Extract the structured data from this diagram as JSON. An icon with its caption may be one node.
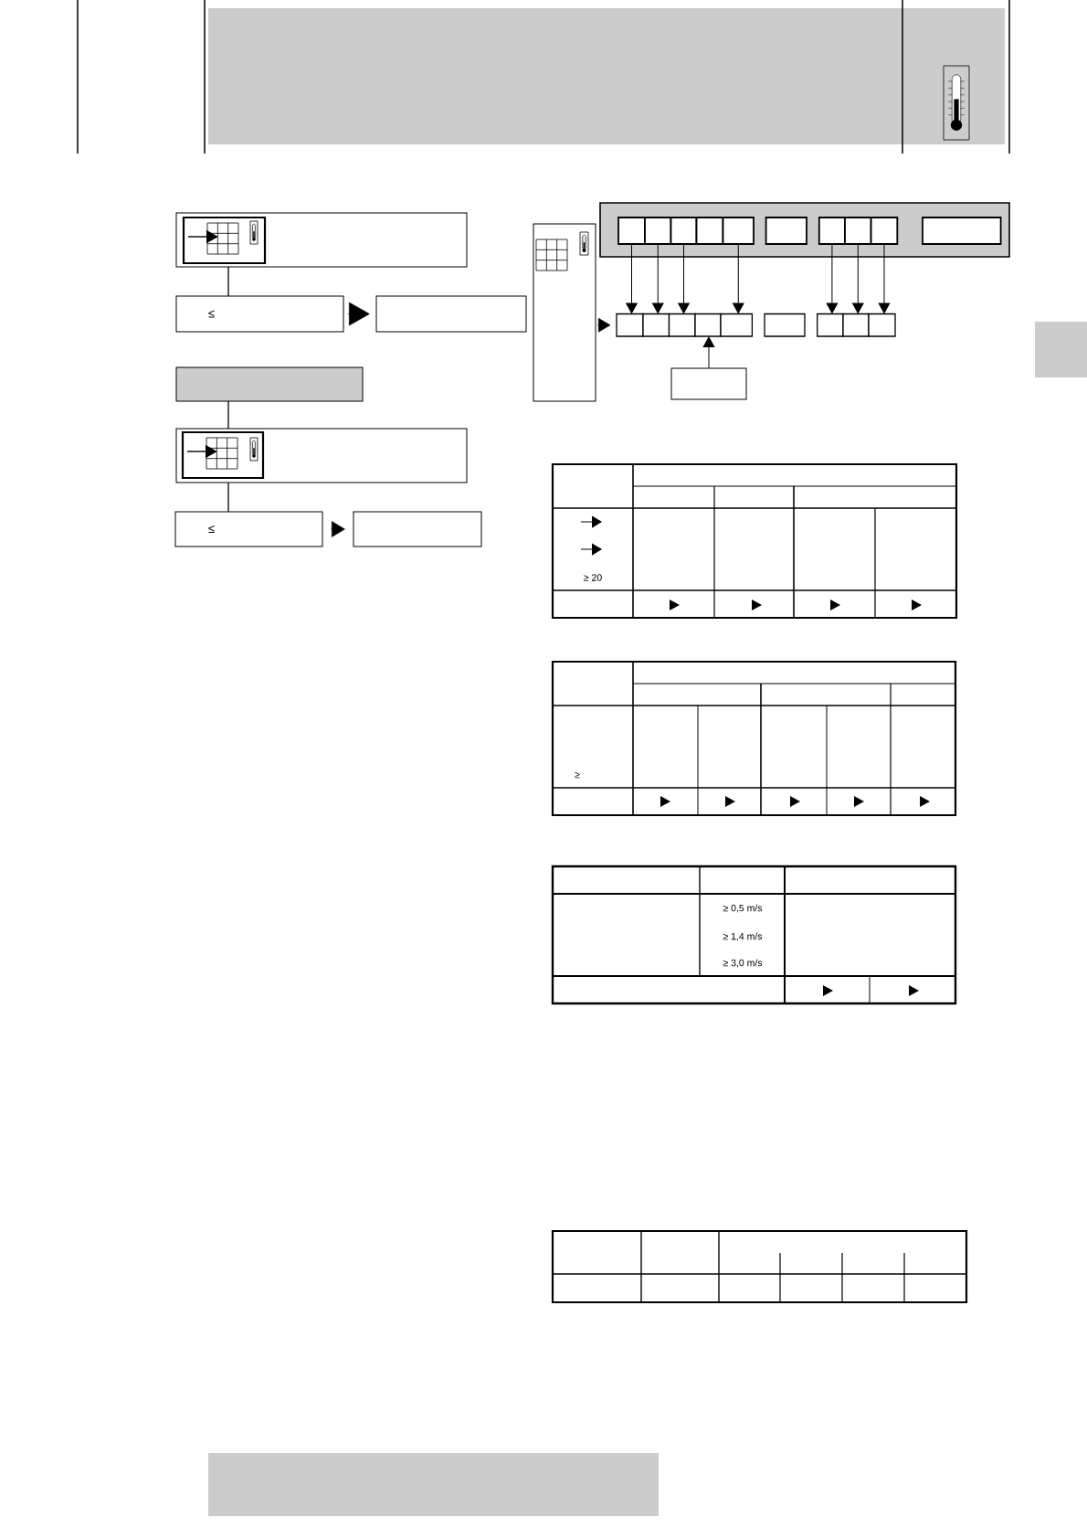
{
  "diagram": {
    "nodes": [
      {
        "text": [],
        "shape": "box"
      },
      {
        "text": [
          "≤"
        ]
      },
      {
        "text": [],
        "shape": "box"
      },
      {
        "text": [],
        "shape": "box"
      },
      {
        "text": [],
        "shape": "box"
      },
      {
        "text": [
          "≤"
        ]
      },
      {
        "text": [],
        "shape": "box"
      },
      {
        "text": [],
        "shape": "box"
      },
      {
        "text": [],
        "shape": "box"
      },
      {
        "text": [],
        "shape": "box",
        "in": 8
      },
      {
        "text": [],
        "shape": "box",
        "in": 8
      },
      {
        "text": [],
        "shape": "box",
        "in": 8
      },
      {
        "text": [],
        "shape": "box",
        "in": 8
      },
      {
        "text": [],
        "shape": "box",
        "in": 8
      },
      {
        "text": [],
        "shape": "box",
        "in": 8
      },
      {
        "text": [],
        "shape": "box",
        "in": 8
      },
      {
        "text": [],
        "shape": "box",
        "in": 8
      },
      {
        "text": [],
        "shape": "box",
        "in": 8
      },
      {
        "text": [],
        "shape": "box",
        "in": 8
      },
      {
        "text": [],
        "shape": "box"
      },
      {
        "text": [],
        "shape": "box"
      },
      {
        "text": [],
        "shape": "box"
      },
      {
        "text": [],
        "shape": "box"
      },
      {
        "text": [],
        "shape": "box"
      },
      {
        "text": [],
        "shape": "box"
      },
      {
        "text": [],
        "shape": "box"
      },
      {
        "text": [],
        "shape": "box"
      },
      {
        "text": [],
        "shape": "box"
      },
      {
        "text": [],
        "shape": "box"
      }
    ],
    "edges": [
      {
        "from": 0,
        "to": 1,
        "arrow": "none"
      },
      {
        "from": 1,
        "to": 2,
        "arrow": "to"
      },
      {
        "from": 3,
        "to": 4,
        "arrow": "none"
      },
      {
        "from": 4,
        "to": 5,
        "arrow": "none"
      },
      {
        "from": 5,
        "to": 6,
        "arrow": "to"
      },
      {
        "from": 7,
        "to": 19,
        "arrow": "to"
      },
      {
        "from": 9,
        "to": 19,
        "arrow": "to"
      },
      {
        "from": 10,
        "to": 20,
        "arrow": "to"
      },
      {
        "from": 11,
        "to": 21,
        "arrow": "to"
      },
      {
        "from": 13,
        "to": 23,
        "arrow": "to"
      },
      {
        "from": 15,
        "to": 25,
        "arrow": "to"
      },
      {
        "from": 16,
        "to": 26,
        "arrow": "to"
      },
      {
        "from": 17,
        "to": 27,
        "arrow": "to"
      },
      {
        "from": 28,
        "to": 22,
        "arrow": "to"
      }
    ],
    "labels": [
      "≥ 20",
      "≥",
      "≥ 0,5 m/s",
      "≥ 1,4 m/s",
      "≥ 3,0 m/s"
    ]
  }
}
